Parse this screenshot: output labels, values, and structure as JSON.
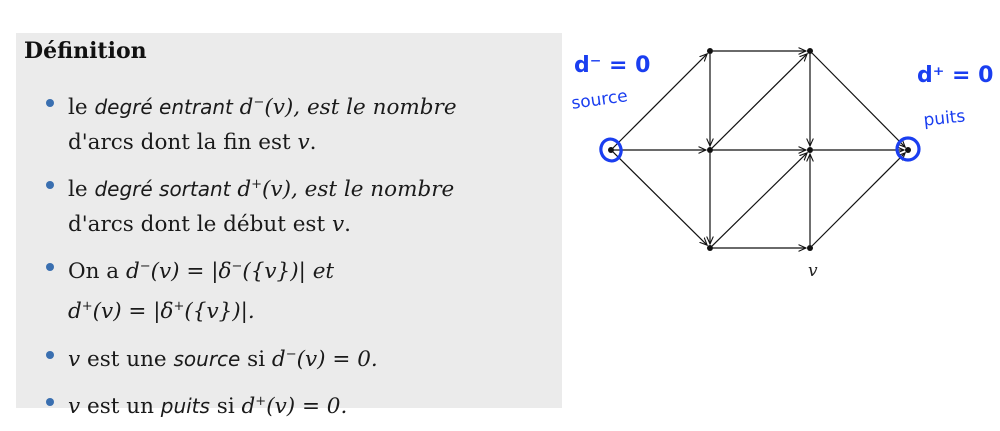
{
  "definition": {
    "title": "Définition",
    "items": [
      {
        "l1": [
          {
            "t": "le ",
            "s": "n"
          },
          {
            "t": "degré entrant",
            "s": "i"
          },
          {
            "t": " d",
            "s": "m"
          },
          {
            "t": "−",
            "s": "sup"
          },
          {
            "t": "(v), est le nombre",
            "s": "m"
          }
        ],
        "l2": [
          {
            "t": "d'arcs dont la fin est ",
            "s": "n"
          },
          {
            "t": "v",
            "s": "m"
          },
          {
            "t": ".",
            "s": "n"
          }
        ]
      },
      {
        "l1": [
          {
            "t": "le ",
            "s": "n"
          },
          {
            "t": "degré sortant",
            "s": "i"
          },
          {
            "t": " d",
            "s": "m"
          },
          {
            "t": "+",
            "s": "sup"
          },
          {
            "t": "(v), est le nombre",
            "s": "m"
          }
        ],
        "l2": [
          {
            "t": "d'arcs dont le début est ",
            "s": "n"
          },
          {
            "t": "v",
            "s": "m"
          },
          {
            "t": ".",
            "s": "n"
          }
        ]
      },
      {
        "l1": [
          {
            "t": "On a ",
            "s": "n"
          },
          {
            "t": "d",
            "s": "m"
          },
          {
            "t": "−",
            "s": "sup"
          },
          {
            "t": "(v) = |δ",
            "s": "m"
          },
          {
            "t": "−",
            "s": "sup"
          },
          {
            "t": "({v})| et",
            "s": "m"
          }
        ],
        "l2": [
          {
            "t": "d",
            "s": "m"
          },
          {
            "t": "+",
            "s": "sup"
          },
          {
            "t": "(v) = |δ",
            "s": "m"
          },
          {
            "t": "+",
            "s": "sup"
          },
          {
            "t": "({v})|.",
            "s": "m"
          }
        ]
      },
      {
        "l1": [
          {
            "t": "v",
            "s": "m"
          },
          {
            "t": " est une ",
            "s": "n"
          },
          {
            "t": "source",
            "s": "i"
          },
          {
            "t": " si ",
            "s": "n"
          },
          {
            "t": "d",
            "s": "m"
          },
          {
            "t": "−",
            "s": "sup"
          },
          {
            "t": "(v) = 0.",
            "s": "m"
          }
        ],
        "l2": []
      },
      {
        "l1": [
          {
            "t": "v",
            "s": "m"
          },
          {
            "t": " est un ",
            "s": "n"
          },
          {
            "t": "puits",
            "s": "i"
          },
          {
            "t": " si ",
            "s": "n"
          },
          {
            "t": "d",
            "s": "m"
          },
          {
            "t": "+",
            "s": "sup"
          },
          {
            "t": "(v) = 0.",
            "s": "m"
          }
        ],
        "l2": []
      }
    ]
  },
  "graph": {
    "vertex_label": "v",
    "left_annotation": "d⁻ = 0",
    "left_note": "source",
    "right_annotation": "d⁺ = 0",
    "right_note": "puits",
    "annotation_color": "#1a3ef0"
  }
}
